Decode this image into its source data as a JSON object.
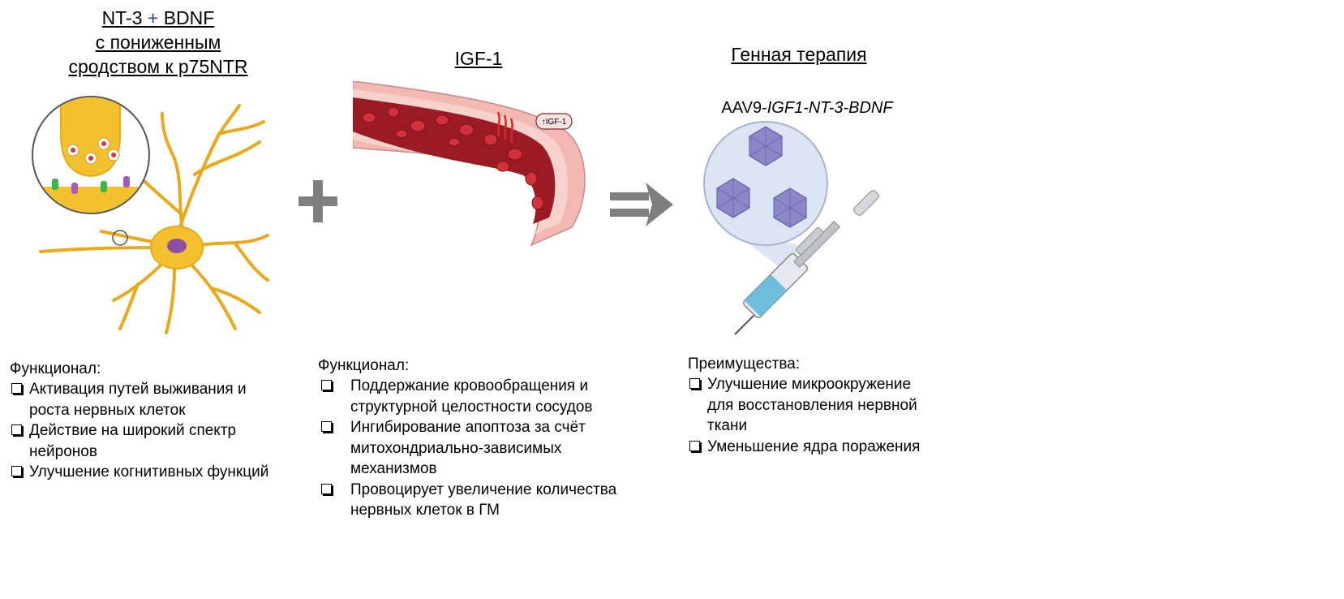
{
  "col1": {
    "title_line1_a": "NT-3",
    "title_line1_plus": "+",
    "title_line1_b": "BDNF",
    "title_line2": "с пониженным",
    "title_line3": "сродством к  p75NTR",
    "list_heading": "Функционал:",
    "items": [
      "Активация путей выживания и роста нервных клеток",
      "Действие на широкий спектр нейронов",
      "Улучшение когнитивных функций"
    ]
  },
  "col2": {
    "title": "IGF-1",
    "vessel_tag": "↑IGF-1",
    "list_heading": "Функционал:",
    "items": [
      "Поддержание кровообращения и структурной целостности сосудов",
      "Ингибирование апоптоза за счёт митохондриально-зависимых механизмов",
      "Провоцирует увеличение количества нервных клеток в ГМ"
    ]
  },
  "col3": {
    "title": "Генная терапия",
    "vector_prefix": "AAV9-",
    "vector_genes": "IGF1-NT-3-BDNF",
    "list_heading": "Преимущества:",
    "items": [
      "Улучшение микроокружение для восстановления нервной ткани",
      "Уменьшение ядра поражения"
    ]
  },
  "icons": {
    "neuron": "neuron-synapse-icon",
    "plus": "plus-icon",
    "vessel": "blood-vessel-icon",
    "arrow": "double-arrow-icon",
    "virus": "aav-capsid-icon",
    "syringe": "syringe-icon"
  },
  "colors": {
    "neuron": "#f4c12e",
    "blood": "#b51f2a",
    "operator_gray": "#7f7f7f",
    "capsid": "#8d86c9"
  }
}
